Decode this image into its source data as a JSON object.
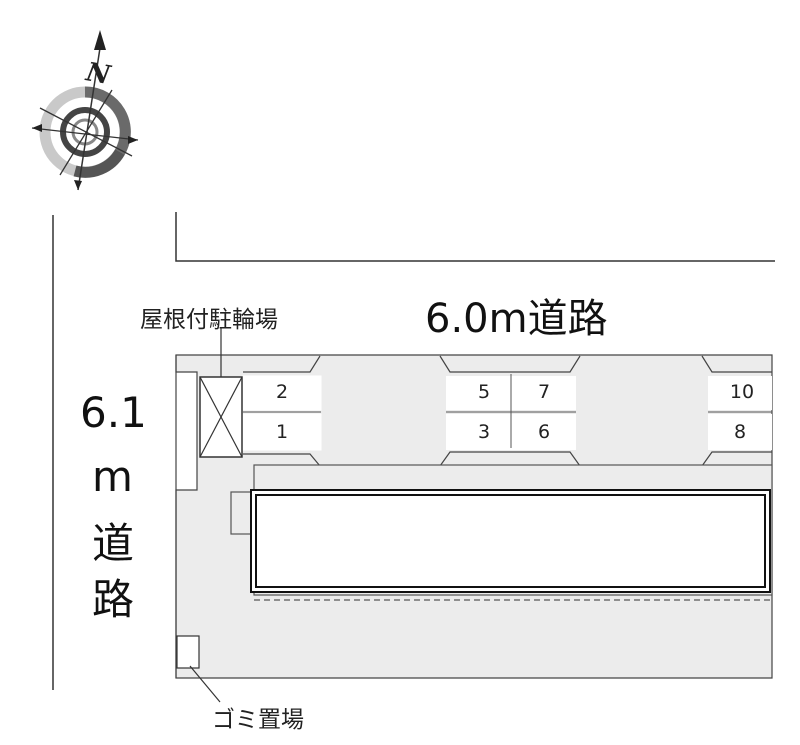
{
  "compass": {
    "north_label": "N",
    "icon": "compass-rose-icon"
  },
  "roads": {
    "top": {
      "label": "6.0m道路"
    },
    "left": {
      "width": "6.1",
      "unit": "m",
      "chars": [
        "道",
        "路"
      ]
    }
  },
  "labels": {
    "bicycle_parking": "屋根付駐輪場",
    "garbage_area": "ゴミ置場"
  },
  "parking_slots": {
    "left_group": [
      "2",
      "1"
    ],
    "middle_group": [
      "5",
      "7",
      "3",
      "6"
    ],
    "right_group": [
      "10",
      "8"
    ]
  },
  "colors": {
    "lot_fill": "#ececec",
    "line": "#333333",
    "building_fill": "#ffffff"
  }
}
